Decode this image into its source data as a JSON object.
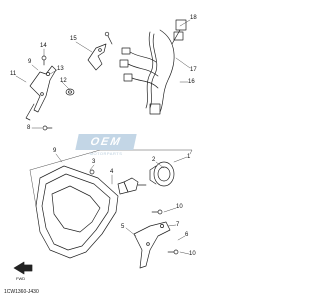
{
  "diagram": {
    "catalog_code": "1CW1360-J430",
    "watermark": {
      "logo_text": "OEM",
      "subtitle": "MOTORPARTS"
    },
    "direction_label": "FWD",
    "callouts": [
      {
        "id": "c14",
        "text": "14"
      },
      {
        "id": "c9a",
        "text": "9"
      },
      {
        "id": "c13",
        "text": "13"
      },
      {
        "id": "c11",
        "text": "11"
      },
      {
        "id": "c12",
        "text": "12"
      },
      {
        "id": "c15",
        "text": "15"
      },
      {
        "id": "c18",
        "text": "18"
      },
      {
        "id": "c17",
        "text": "17"
      },
      {
        "id": "c16",
        "text": "16"
      },
      {
        "id": "c8",
        "text": "8"
      },
      {
        "id": "c9b",
        "text": "9"
      },
      {
        "id": "c3",
        "text": "3"
      },
      {
        "id": "c4",
        "text": "4"
      },
      {
        "id": "c2",
        "text": "2"
      },
      {
        "id": "c1",
        "text": "1"
      },
      {
        "id": "c10a",
        "text": "10"
      },
      {
        "id": "c7",
        "text": "7"
      },
      {
        "id": "c5",
        "text": "5"
      },
      {
        "id": "c6",
        "text": "6"
      },
      {
        "id": "c10b",
        "text": "10"
      }
    ]
  }
}
